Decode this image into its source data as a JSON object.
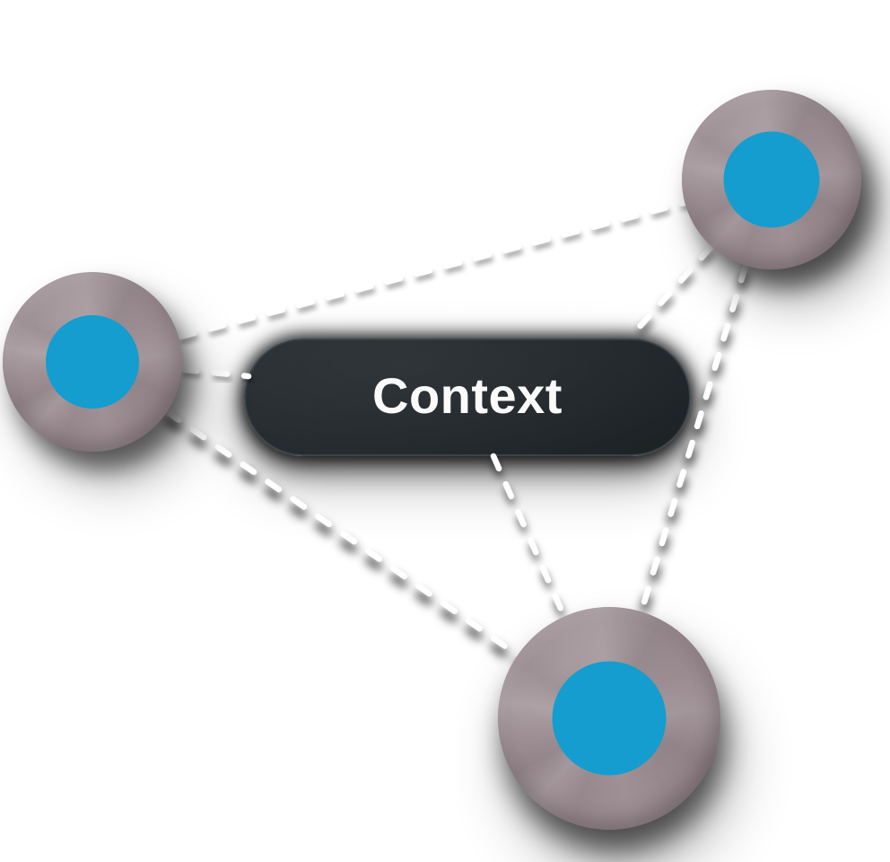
{
  "pill": {
    "label": "Context"
  },
  "graph": {
    "hub": "context-pill",
    "nodes": [
      "node-left",
      "node-top-right",
      "node-bottom"
    ],
    "edges": [
      {
        "from": "node-left",
        "to": "node-top-right",
        "style": "dashed"
      },
      {
        "from": "node-left",
        "to": "context-pill",
        "style": "dashed"
      },
      {
        "from": "node-left",
        "to": "node-bottom",
        "style": "dashed"
      },
      {
        "from": "node-top-right",
        "to": "context-pill",
        "style": "dashed"
      },
      {
        "from": "node-top-right",
        "to": "node-bottom",
        "style": "dashed"
      },
      {
        "from": "context-pill",
        "to": "node-bottom",
        "style": "dashed"
      }
    ]
  },
  "colors": {
    "page-bg": "#ffffff",
    "line": "#ffffff",
    "node-ring": "#97888d",
    "node-core": "#149dce",
    "pill-bg": "#22282c",
    "pill-bg-light": "#272d31",
    "pill-border": "#3b434a",
    "text": "#fafafa",
    "shadow": "#000000"
  }
}
